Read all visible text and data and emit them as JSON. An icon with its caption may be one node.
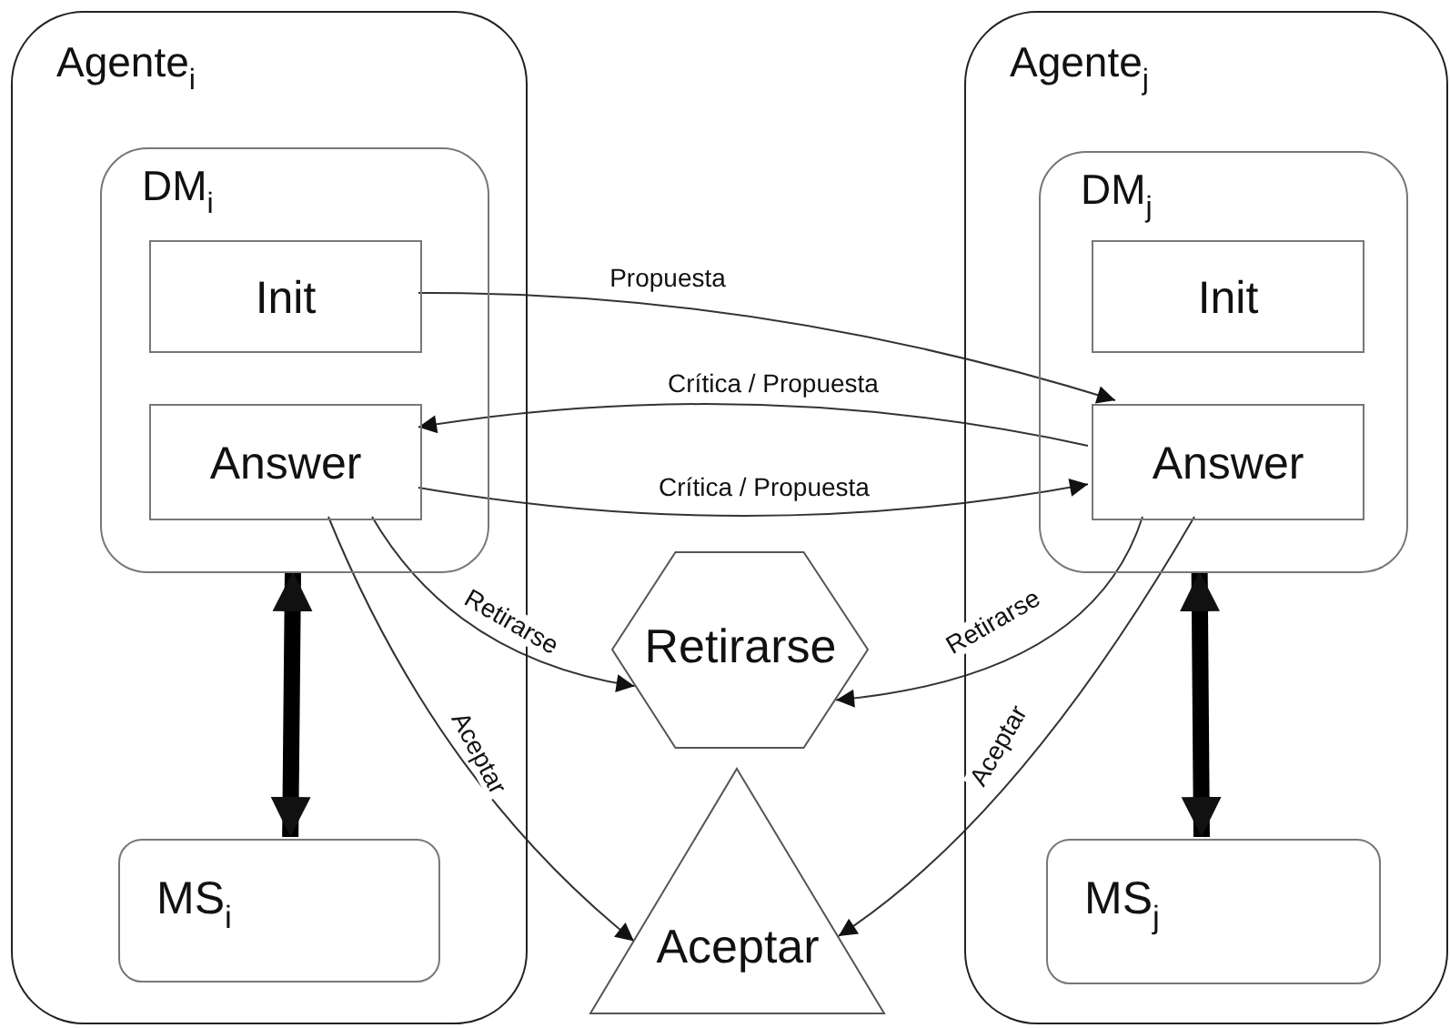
{
  "diagram": {
    "nodes": [
      {
        "text": [
          "Agente$_{i}$"
        ]
      },
      {
        "text": [
          "DM$_{i}$"
        ],
        "in": 0
      },
      {
        "text": [
          "Init"
        ],
        "in": 1
      },
      {
        "text": [
          "Answer"
        ],
        "in": 1
      },
      {
        "text": [
          "MS$_{i}$"
        ],
        "in": 0
      },
      {
        "text": [
          "Agente$_{j}$"
        ]
      },
      {
        "text": [
          "DM$_{j}$"
        ],
        "in": 5
      },
      {
        "text": [
          "Init"
        ],
        "in": 6
      },
      {
        "text": [
          "Answer"
        ],
        "in": 6
      },
      {
        "text": [
          "MS$_{j}$"
        ],
        "in": 5
      },
      {
        "text": [
          "Retirarse"
        ]
      },
      {
        "text": [
          "Aceptar"
        ]
      }
    ],
    "edges": [
      {
        "from": 2,
        "to": 8,
        "arrow": "to",
        "label": "Propuesta"
      },
      {
        "from": 8,
        "to": 3,
        "arrow": "to",
        "label": "Crítica / Propuesta"
      },
      {
        "from": 3,
        "to": 8,
        "arrow": "to",
        "label": "Crítica / Propuesta"
      },
      {
        "from": 3,
        "to": 10,
        "arrow": "to",
        "label": "Retirarse"
      },
      {
        "from": 3,
        "to": 11,
        "arrow": "to",
        "label": "Aceptar"
      },
      {
        "from": 8,
        "to": 10,
        "arrow": "to",
        "label": "Retirarse"
      },
      {
        "from": 8,
        "to": 11,
        "arrow": "to",
        "label": "Aceptar"
      },
      {
        "from": 1,
        "to": 4,
        "arrow": "both",
        "style": "thick"
      },
      {
        "from": 6,
        "to": 9,
        "arrow": "both",
        "style": "thick"
      }
    ]
  }
}
